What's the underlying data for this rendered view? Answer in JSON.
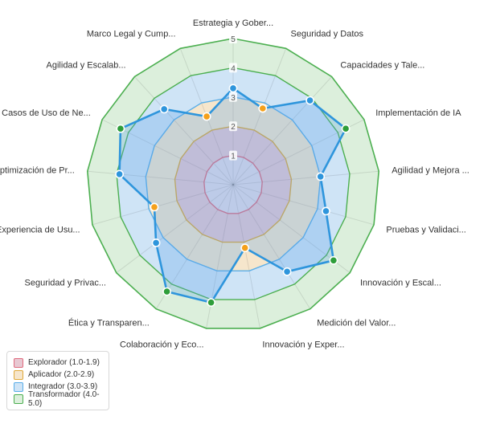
{
  "chart_data": {
    "type": "radar",
    "axes": [
      "Estrategia y Gober...",
      "Seguridad y Datos",
      "Capacidades y Tale...",
      "Implementación de IA",
      "Agilidad y Mejora ...",
      "Pruebas y Validaci...",
      "Innovación y Escal...",
      "Medición del Valor...",
      "Innovación y Exper...",
      "Colaboración y Eco...",
      "Ética y Transparen...",
      "Seguridad y Privac...",
      "Experiencia de Usu...",
      "Optimización de Pr...",
      "Casos de Uso de Ne...",
      "Agilidad y Escalab...",
      "Marco Legal y Cump..."
    ],
    "rlim": [
      0,
      5
    ],
    "ticks": [
      "1",
      "2",
      "3",
      "4",
      "5"
    ],
    "bands": [
      {
        "label": "Explorador (1.0-1.9)",
        "from": 1,
        "to": 2,
        "color": "#e06c7f",
        "fill": "#e8c8d2"
      },
      {
        "label": "Aplicador (2.0-2.9)",
        "from": 2,
        "to": 3,
        "color": "#e0a93a",
        "fill": "#f6e6cc"
      },
      {
        "label": "Integrador (3.0-3.9)",
        "from": 3,
        "to": 4,
        "color": "#5aaee8",
        "fill": "#cfe4f6"
      },
      {
        "label": "Transformador (4.0-5.0)",
        "from": 4,
        "to": 5,
        "color": "#4caf50",
        "fill": "#dcefdc"
      }
    ],
    "series": [
      {
        "values": [
          3.3,
          2.8,
          3.9,
          4.3,
          3.0,
          3.3,
          4.3,
          3.5,
          2.2,
          4.1,
          4.3,
          3.3,
          2.8,
          3.9,
          4.3,
          3.5,
          2.5
        ]
      }
    ],
    "series_color": "#2e95dc",
    "series_fill": "rgba(88, 160, 235, 0.28)",
    "grid": true,
    "legend_position": "bottom-left"
  }
}
